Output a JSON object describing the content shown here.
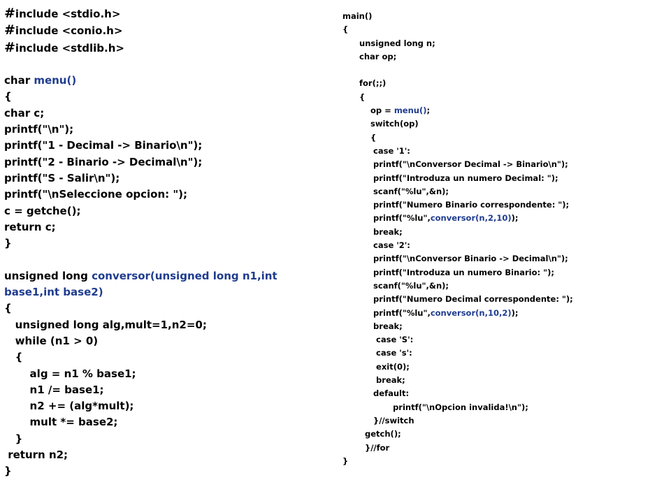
{
  "accent_color": "#1f3c8f",
  "left_lines": [
    [
      {
        "t": "#",
        "c": "hash"
      },
      {
        "t": "include <stdio.h>"
      }
    ],
    [
      {
        "t": "#",
        "c": "hash"
      },
      {
        "t": "include <conio.h>"
      }
    ],
    [
      {
        "t": "#",
        "c": "hash"
      },
      {
        "t": "include <stdlib.h>"
      }
    ],
    [],
    [
      {
        "t": "char "
      },
      {
        "t": "menu()",
        "c": "hi"
      }
    ],
    [
      {
        "t": "{"
      }
    ],
    [
      {
        "t": "char c;"
      }
    ],
    [
      {
        "t": "printf(\"\\n\");"
      }
    ],
    [
      {
        "t": "printf(\"1 - Decimal -> Binario\\n\");"
      }
    ],
    [
      {
        "t": "printf(\"2 - Binario -> Decimal\\n\");"
      }
    ],
    [
      {
        "t": "printf(\"S - Salir\\n\");"
      }
    ],
    [
      {
        "t": "printf(\"\\nSeleccione opcion: \");"
      }
    ],
    [
      {
        "t": "c = getche();"
      }
    ],
    [
      {
        "t": "return c;"
      }
    ],
    [
      {
        "t": "}"
      }
    ],
    [],
    [
      {
        "t": "unsigned long "
      },
      {
        "t": "conversor(unsigned long n1,int",
        "c": "hi"
      }
    ],
    [
      {
        "t": "base1,int base2)",
        "c": "hi"
      }
    ],
    [
      {
        "t": "{"
      }
    ],
    [
      {
        "t": "   unsigned long alg,mult=1,n2=0;"
      }
    ],
    [
      {
        "t": "   while (n1 > 0)"
      }
    ],
    [
      {
        "t": "   {"
      }
    ],
    [
      {
        "t": "       alg = n1 % base1;"
      }
    ],
    [
      {
        "t": "       n1 /= base1;"
      }
    ],
    [
      {
        "t": "       n2 += (alg*mult);"
      }
    ],
    [
      {
        "t": "       mult *= base2;"
      }
    ],
    [
      {
        "t": "   }"
      }
    ],
    [
      {
        "t": " return n2;"
      }
    ],
    [
      {
        "t": "}"
      }
    ]
  ],
  "right_lines": [
    [
      {
        "t": "main()"
      }
    ],
    [
      {
        "t": "{"
      }
    ],
    [
      {
        "t": "      unsigned long n;"
      }
    ],
    [
      {
        "t": "      char op;"
      }
    ],
    [],
    [
      {
        "t": "      for(;;)"
      }
    ],
    [
      {
        "t": "      {"
      }
    ],
    [
      {
        "t": "          op = "
      },
      {
        "t": "menu()",
        "c": "hi"
      },
      {
        "t": ";"
      }
    ],
    [
      {
        "t": "          switch(op)"
      }
    ],
    [
      {
        "t": "          {"
      }
    ],
    [
      {
        "t": "           case '1':"
      }
    ],
    [
      {
        "t": "           printf(\"\\nConversor Decimal -> Binario\\n\");"
      }
    ],
    [
      {
        "t": "           printf(\"Introduza un numero Decimal: \");"
      }
    ],
    [
      {
        "t": "           scanf(\"%lu\",&n);"
      }
    ],
    [
      {
        "t": "           printf(\"Numero Binario correspondente: \");"
      }
    ],
    [
      {
        "t": "           printf(\"%lu\","
      },
      {
        "t": "conversor(n,2,10)",
        "c": "hi"
      },
      {
        "t": ");"
      }
    ],
    [
      {
        "t": "           break;"
      }
    ],
    [
      {
        "t": "           case '2':"
      }
    ],
    [
      {
        "t": "           printf(\"\\nConversor Binario -> Decimal\\n\");"
      }
    ],
    [
      {
        "t": "           printf(\"Introduza un numero Binario: \");"
      }
    ],
    [
      {
        "t": "           scanf(\"%lu\",&n);"
      }
    ],
    [
      {
        "t": "           printf(\"Numero Decimal correspondente: \");"
      }
    ],
    [
      {
        "t": "           printf(\"%lu\","
      },
      {
        "t": "conversor(n,10,2)",
        "c": "hi"
      },
      {
        "t": ");"
      }
    ],
    [
      {
        "t": "           break;"
      }
    ],
    [
      {
        "t": "            case 'S':"
      }
    ],
    [
      {
        "t": "            case 's':"
      }
    ],
    [
      {
        "t": "            exit(0);"
      }
    ],
    [
      {
        "t": "            break;"
      }
    ],
    [
      {
        "t": "           default:"
      }
    ],
    [
      {
        "t": "                  printf(\"\\nOpcion invalida!\\n\");"
      }
    ],
    [
      {
        "t": "           }//switch"
      }
    ],
    [
      {
        "t": "        getch();"
      }
    ],
    [
      {
        "t": "        }//for"
      }
    ],
    [
      {
        "t": "}"
      }
    ]
  ]
}
